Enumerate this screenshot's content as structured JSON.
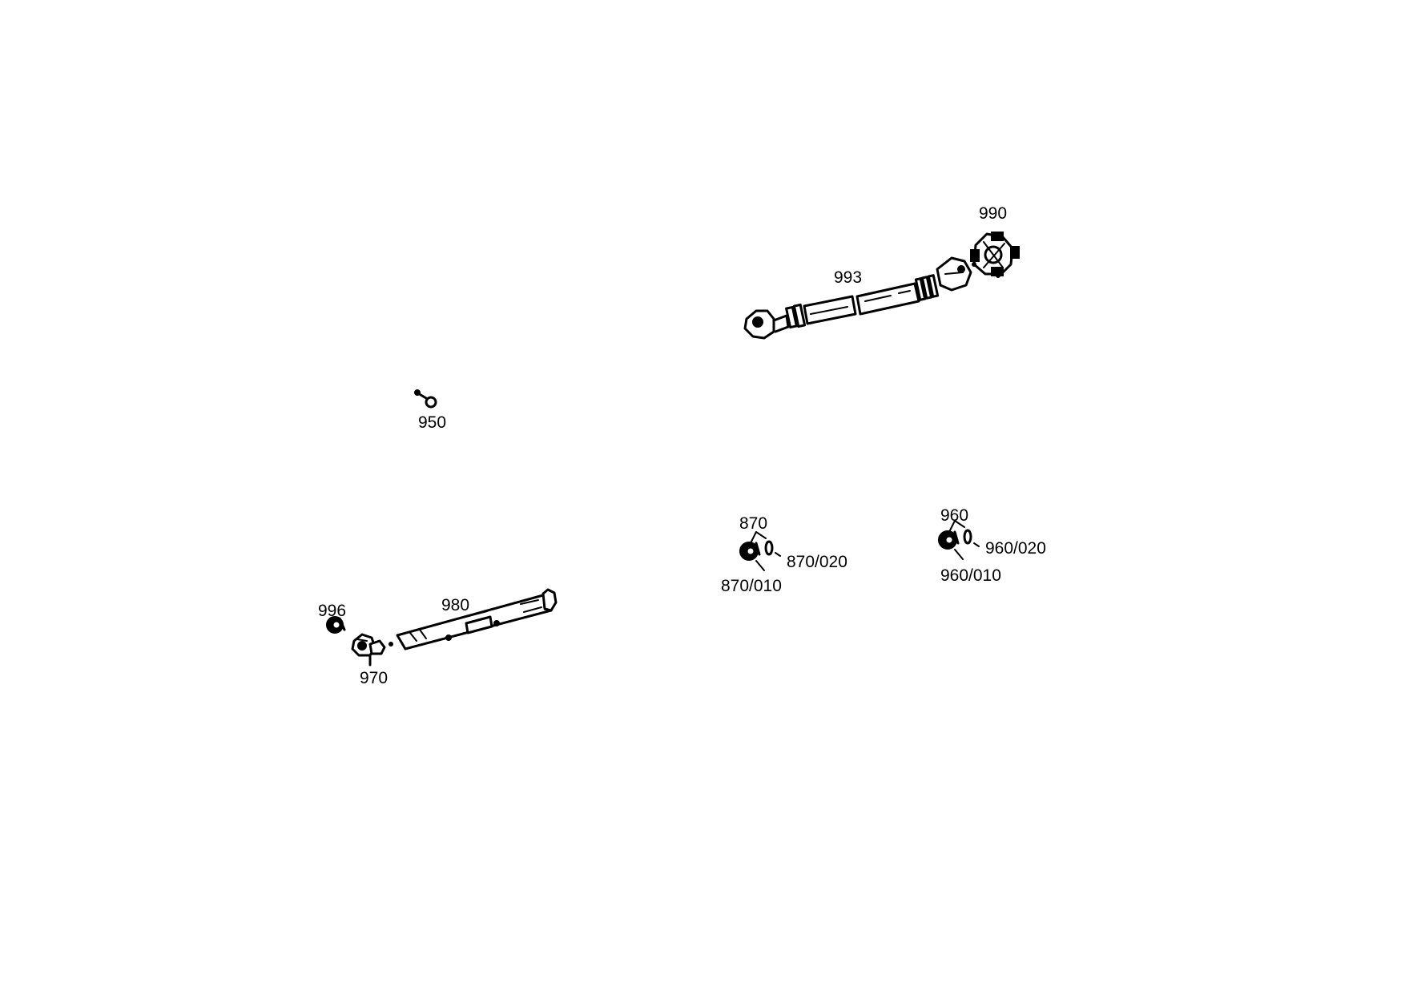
{
  "callouts": {
    "p990": "990",
    "p993": "993",
    "p950": "950",
    "p870": "870",
    "p870_020": "870/020",
    "p870_010": "870/010",
    "p960": "960",
    "p960_020": "960/020",
    "p960_010": "960/010",
    "p980": "980",
    "p996": "996",
    "p970": "970"
  }
}
